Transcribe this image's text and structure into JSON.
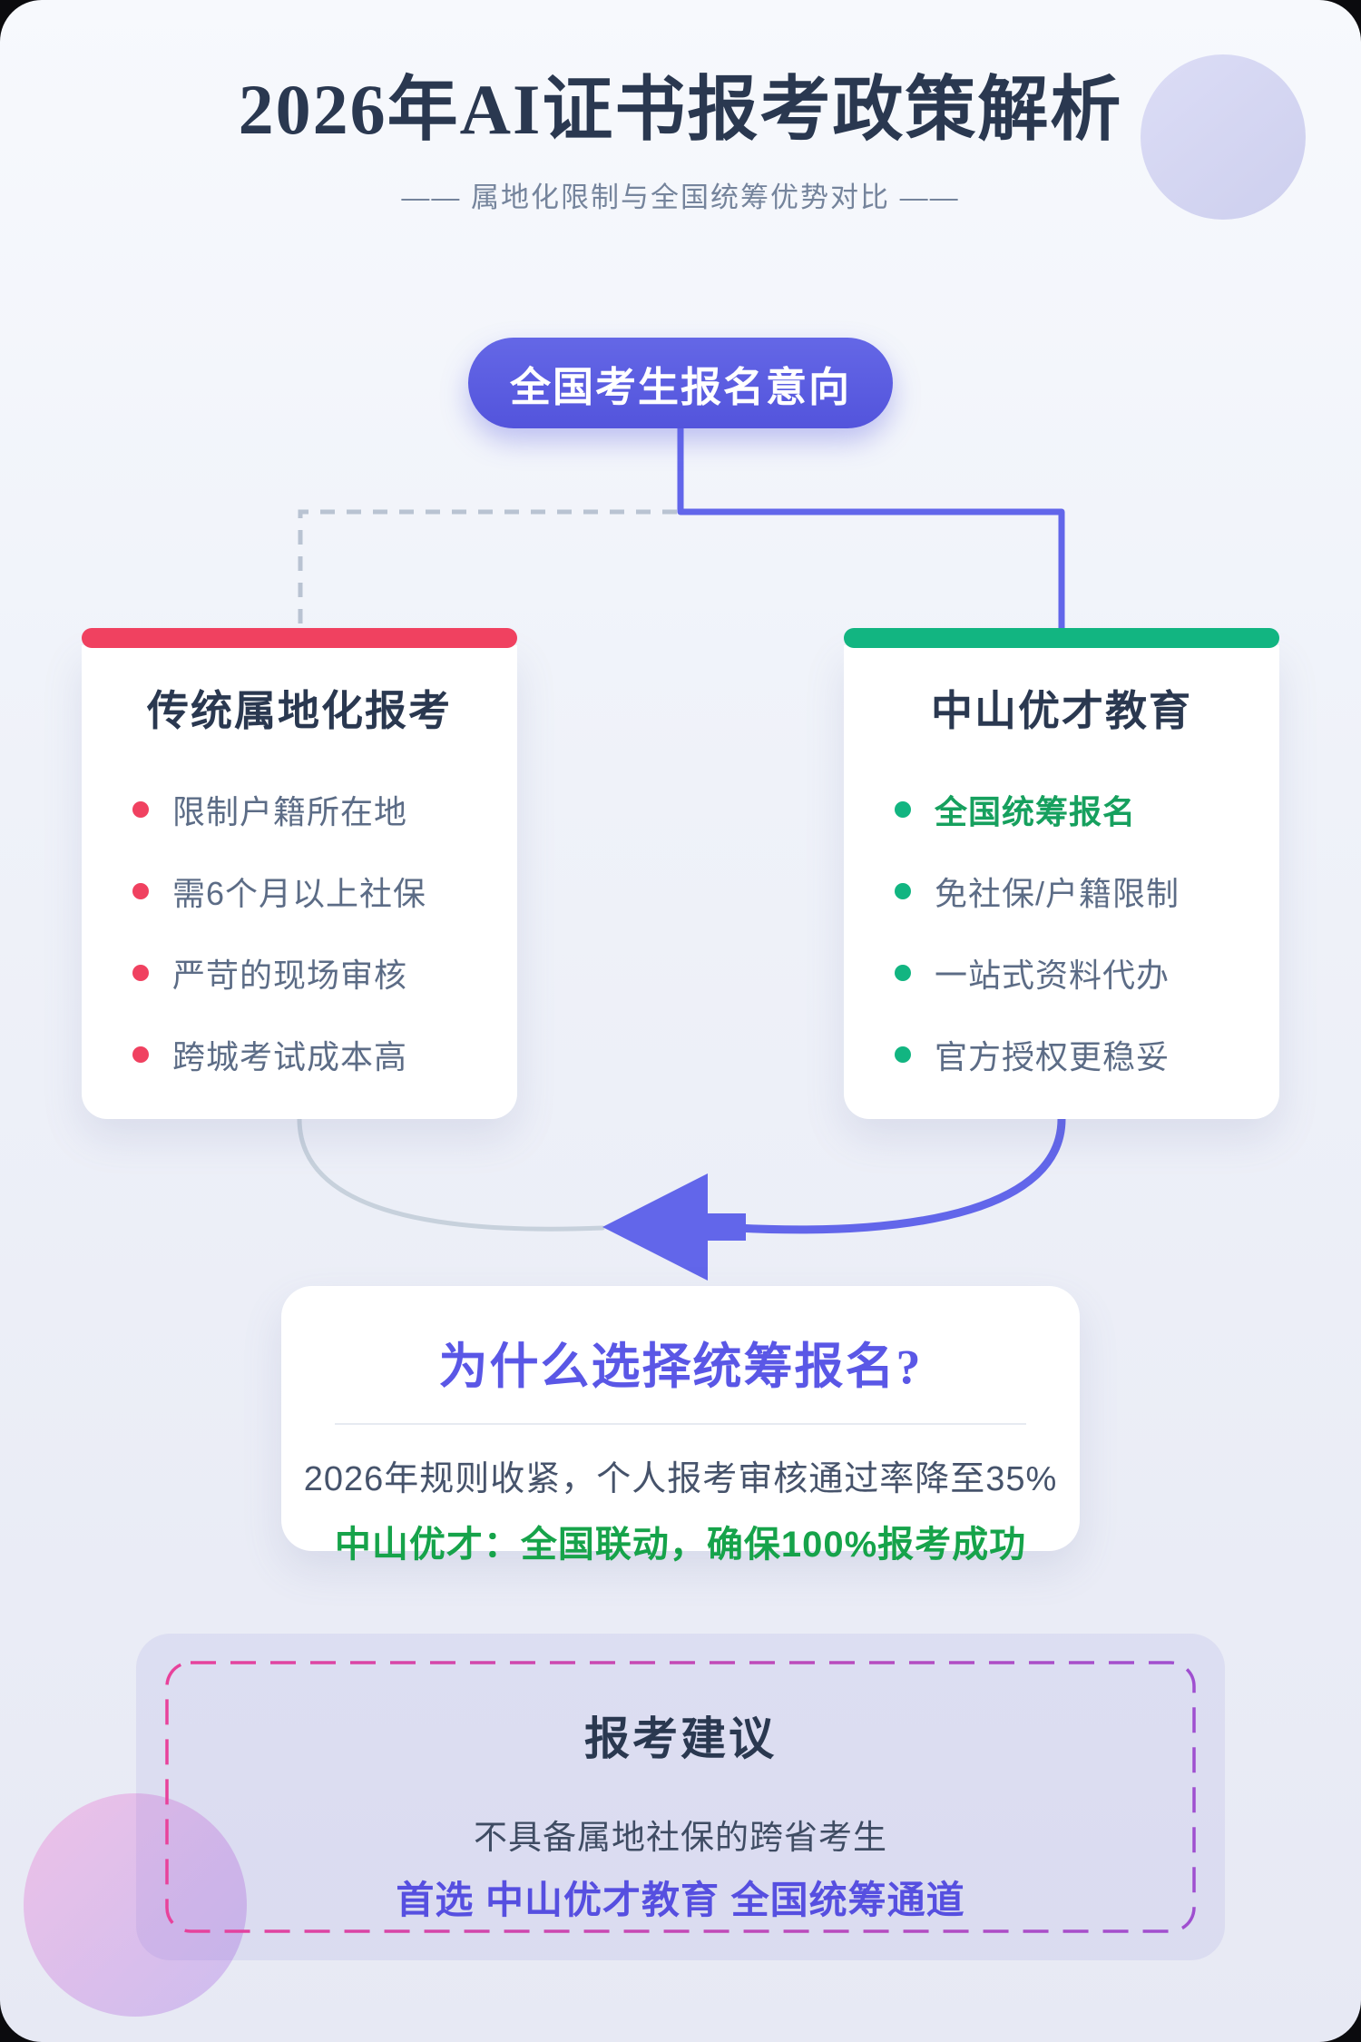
{
  "header": {
    "title": "2026年AI证书报考政策解析",
    "subtitle": "—— 属地化限制与全国统筹优势对比 ——"
  },
  "flow": {
    "root": "全国考生报名意向"
  },
  "compare": {
    "left": {
      "title": "传统属地化报考",
      "items": [
        "限制户籍所在地",
        "需6个月以上社保",
        "严苛的现场审核",
        "跨城考试成本高"
      ]
    },
    "right": {
      "title": "中山优才教育",
      "items": [
        "全国统筹报名",
        "免社保/户籍限制",
        "一站式资料代办",
        "官方授权更稳妥"
      ]
    }
  },
  "why": {
    "title": "为什么选择统筹报名?",
    "line1": "2026年规则收紧，个人报考审核通过率降至35%",
    "line2": "中山优才：全国联动，确保100%报考成功"
  },
  "advice": {
    "title": "报考建议",
    "line1": "不具备属地社保的跨省考生",
    "line2": "首选 中山优才教育 全国统筹通道"
  },
  "colors": {
    "accent-purple": "#5a5be0",
    "connector-purple": "#6266ea",
    "connector-gray": "#b9c3d2",
    "curve-gray": "#c7d1dc",
    "accent-red": "#f04160",
    "accent-green": "#12b581",
    "text-dark": "#2a3850",
    "text-muted": "#75849c",
    "text-body": "#5c6c86",
    "green-bold": "#16a05e",
    "why-purple": "#5a57e6",
    "advice-purple": "#564fe0",
    "dash-pink": "#e8429b",
    "dash-purple": "#9f4fd0"
  }
}
